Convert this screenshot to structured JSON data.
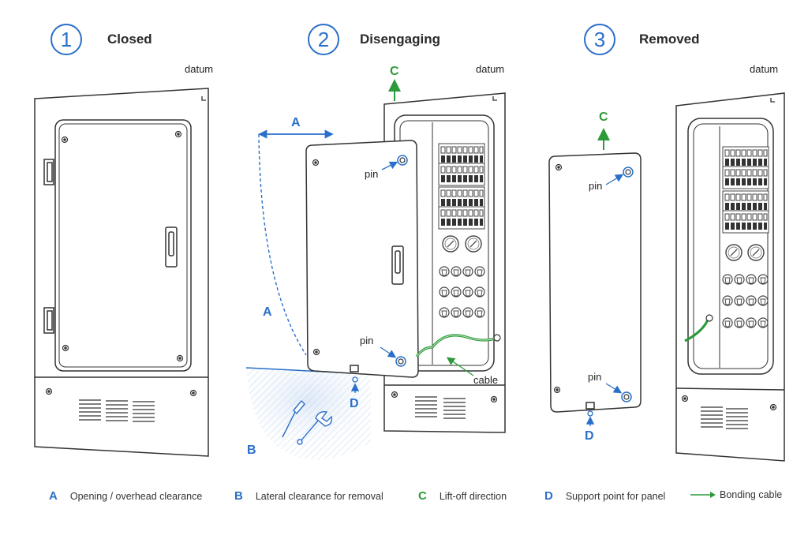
{
  "steps": [
    {
      "number": "1",
      "title": "Closed"
    },
    {
      "number": "2",
      "title": "Disengaging"
    },
    {
      "number": "3",
      "title": "Removed"
    }
  ],
  "labels": {
    "datum": "datum",
    "pin": "pin",
    "cable": "cable",
    "A": "A",
    "B": "B",
    "C": "C",
    "D": "D"
  },
  "legend": [
    {
      "key": "A",
      "text": "Opening / overhead clearance",
      "color": "#2a6fc9"
    },
    {
      "key": "B",
      "text": "Lateral clearance for removal",
      "color": "#2a6fc9"
    },
    {
      "key": "C",
      "text": "Lift-off direction",
      "color": "#2e9a3a"
    },
    {
      "key": "D",
      "text": "Support point for panel",
      "color": "#2a6fc9"
    },
    {
      "key": "",
      "text": "Bonding cable",
      "color": "#2e9a3a"
    }
  ],
  "colors": {
    "accent_blue": "#2a6fc9",
    "accent_green": "#2e9a3a",
    "line": "#333333"
  }
}
